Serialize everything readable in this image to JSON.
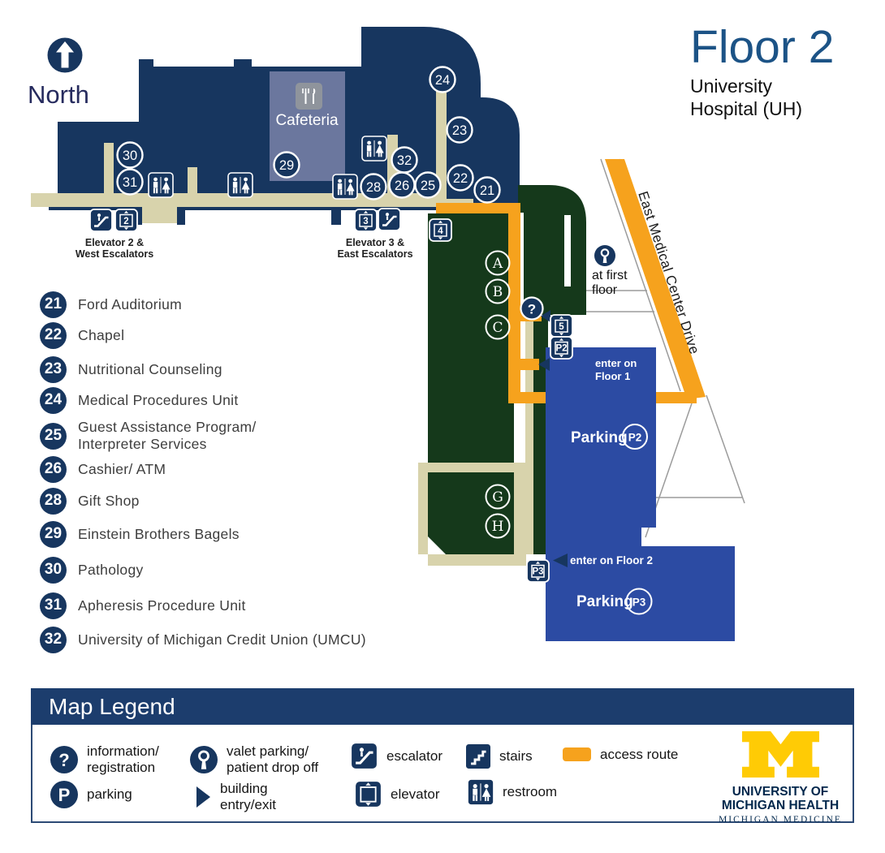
{
  "north_label": "North",
  "title": {
    "floor": "Floor 2",
    "subtitle_line1": "University",
    "subtitle_line2": "Hospital (UH)"
  },
  "icons": {
    "question": "?",
    "parking_letter": "P"
  },
  "map": {
    "cafeteria": "Cafeteria",
    "road": "East Medical Center Drive",
    "valet_note_line1": "at first",
    "valet_note_line2": "floor",
    "enter_floor1_line1": "enter on",
    "enter_floor1_line2": "Floor 1",
    "enter_floor2": "enter on Floor 2",
    "p2_label": "Parking",
    "p2_badge": "P2",
    "p3_label": "Parking",
    "p3_badge": "P3",
    "elevator2_line1": "Elevator 2 &",
    "elevator2_line2": "West Escalators",
    "elevator3_line1": "Elevator 3 &",
    "elevator3_line2": "East Escalators",
    "markers": {
      "m21": "21",
      "m22": "22",
      "m23": "23",
      "m24": "24",
      "m25": "25",
      "m26": "26",
      "m28": "28",
      "m29": "29",
      "m30": "30",
      "m31": "31",
      "m32": "32",
      "a": "A",
      "b": "B",
      "c": "C",
      "g": "G",
      "h": "H",
      "e2": "2",
      "e3": "3",
      "e4": "4",
      "e5": "5",
      "p2": "P2",
      "p3": "P3"
    }
  },
  "directory": {
    "items": [
      {
        "num": "21",
        "label": "Ford Auditorium"
      },
      {
        "num": "22",
        "label": "Chapel"
      },
      {
        "num": "23",
        "label": "Nutritional Counseling"
      },
      {
        "num": "24",
        "label": "Medical Procedures Unit"
      },
      {
        "num": "25",
        "label": "Guest Assistance Program/",
        "label2": "Interpreter Services"
      },
      {
        "num": "26",
        "label": "Cashier/ ATM"
      },
      {
        "num": "28",
        "label": "Gift Shop"
      },
      {
        "num": "29",
        "label": "Einstein Brothers Bagels"
      },
      {
        "num": "30",
        "label": "Pathology"
      },
      {
        "num": "31",
        "label": "Apheresis Procedure Unit"
      },
      {
        "num": "32",
        "label": "University of Michigan Credit Union (UMCU)"
      }
    ]
  },
  "legend": {
    "title": "Map Legend",
    "items": [
      {
        "label": "information/",
        "label2": "registration"
      },
      {
        "label": "valet parking/",
        "label2": "patient drop off"
      },
      {
        "label": "escalator"
      },
      {
        "label": "stairs"
      },
      {
        "label": "access route"
      },
      {
        "label": "parking"
      },
      {
        "label": "building",
        "label2": "entry/exit"
      },
      {
        "label": "elevator"
      },
      {
        "label": "restroom"
      }
    ]
  },
  "logo": {
    "m": "M",
    "line1": "UNIVERSITY OF",
    "line2": "MICHIGAN HEALTH",
    "sub": "MICHIGAN MEDICINE"
  },
  "colors": {
    "navy": "#17365f",
    "tan": "#d8d3ac",
    "green": "#15391b",
    "orange": "#f6a21d",
    "parking_blue": "#2c4ba3",
    "cafeteria_slate": "#6b779e",
    "maize": "#ffcb05",
    "um_navy": "#00274c"
  }
}
